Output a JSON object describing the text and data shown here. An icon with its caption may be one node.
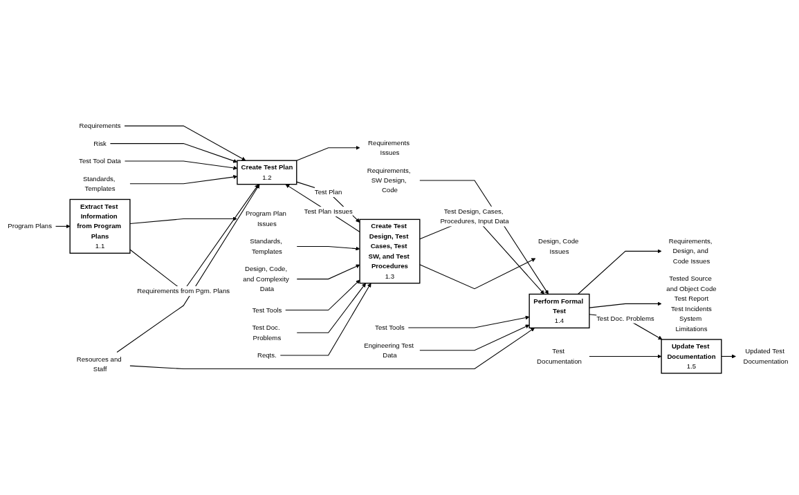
{
  "diagram": {
    "nodes": [
      {
        "text": [
          "Program Plan Issues"
        ]
      },
      {
        "text": [
          "Requirements"
        ]
      },
      {
        "text": [
          "Requirements Issues"
        ]
      },
      {
        "text": [
          "Risk"
        ]
      },
      {
        "text": [
          "Test Tool Data"
        ]
      },
      {
        "text": [
          "Standards, Templates"
        ]
      },
      {
        "text": [
          "Program Plans"
        ]
      },
      {
        "text": [
          "Extract Test Information from Program Plans",
          "1.1"
        ]
      },
      {
        "text": [
          "Create Test Plan",
          "1.2"
        ]
      },
      {
        "text": [
          "Requirements, Design, and Code Issues"
        ]
      },
      {
        "text": [
          "Resources and Staff"
        ]
      },
      {
        "text": [
          "Standards, Templates"
        ]
      },
      {
        "text": [
          "Design, Code, and Complexity Data"
        ]
      },
      {
        "text": [
          "Requirements, SW Design, Code"
        ]
      },
      {
        "text": [
          "Perform Formal Test",
          "1.4"
        ]
      },
      {
        "text": [
          "Create Test Design, Test Cases, Test SW, and Test Procedures",
          "1.3"
        ]
      },
      {
        "text": [
          "Design, Code Issues"
        ]
      },
      {
        "text": [
          "Test Tools"
        ]
      },
      {
        "text": [
          "Engineering Test Data"
        ]
      },
      {
        "text": [
          "Test Tools"
        ]
      },
      {
        "text": [
          "Test Doc. Problems"
        ]
      },
      {
        "text": [
          "Reqts."
        ]
      },
      {
        "text": [
          "Tested Source and Object Code",
          "Test Report",
          "Test Incidents",
          "System Limitations"
        ]
      },
      {
        "text": [
          "Update Test Documentation",
          "1.5"
        ]
      },
      {
        "text": [
          "Updated Test Documentation"
        ]
      },
      {
        "text": [
          "Test Documentation"
        ]
      }
    ],
    "edges": [
      {
        "from": 7,
        "to": 0,
        "arrow": "to"
      },
      {
        "from": 6,
        "to": 7,
        "arrow": "to"
      },
      {
        "from": 1,
        "to": 8,
        "arrow": "to"
      },
      {
        "from": 3,
        "to": 8,
        "arrow": "to"
      },
      {
        "from": 5,
        "to": 8,
        "arrow": "to"
      },
      {
        "from": 4,
        "to": 8,
        "arrow": "to"
      },
      {
        "from": 8,
        "to": 2,
        "arrow": "to"
      },
      {
        "from": 7,
        "to": 8,
        "arrow": "to",
        "label": "Requirements from Pgm. Plans"
      },
      {
        "from": 8,
        "to": 15,
        "arrow": "to",
        "label": "Test Plan"
      },
      {
        "from": 14,
        "to": 9,
        "arrow": "to"
      },
      {
        "from": 10,
        "to": 8,
        "arrow": "to"
      },
      {
        "from": 10,
        "to": 14,
        "arrow": "to"
      },
      {
        "from": 15,
        "to": 8,
        "arrow": "to",
        "label": "Test Plan Issues"
      },
      {
        "from": 11,
        "to": 15,
        "arrow": "to"
      },
      {
        "from": 12,
        "to": 15,
        "arrow": "to"
      },
      {
        "from": 13,
        "to": 14,
        "arrow": "to"
      },
      {
        "from": 15,
        "to": 14,
        "arrow": "to",
        "label": "Test Design, Cases, Procedures, Input Data"
      },
      {
        "from": 15,
        "to": 16,
        "arrow": "to"
      },
      {
        "from": 17,
        "to": 14,
        "arrow": "to"
      },
      {
        "from": 18,
        "to": 14,
        "arrow": "to"
      },
      {
        "from": 19,
        "to": 15,
        "arrow": "to"
      },
      {
        "from": 20,
        "to": 15,
        "arrow": "to"
      },
      {
        "from": 21,
        "to": 15,
        "arrow": "to"
      },
      {
        "from": 14,
        "to": 22,
        "arrow": "to"
      },
      {
        "from": 14,
        "to": 23,
        "arrow": "to",
        "label": "Test Doc. Problems"
      },
      {
        "from": 25,
        "to": 23,
        "arrow": "to"
      },
      {
        "from": 23,
        "to": 24,
        "arrow": "to"
      }
    ]
  }
}
